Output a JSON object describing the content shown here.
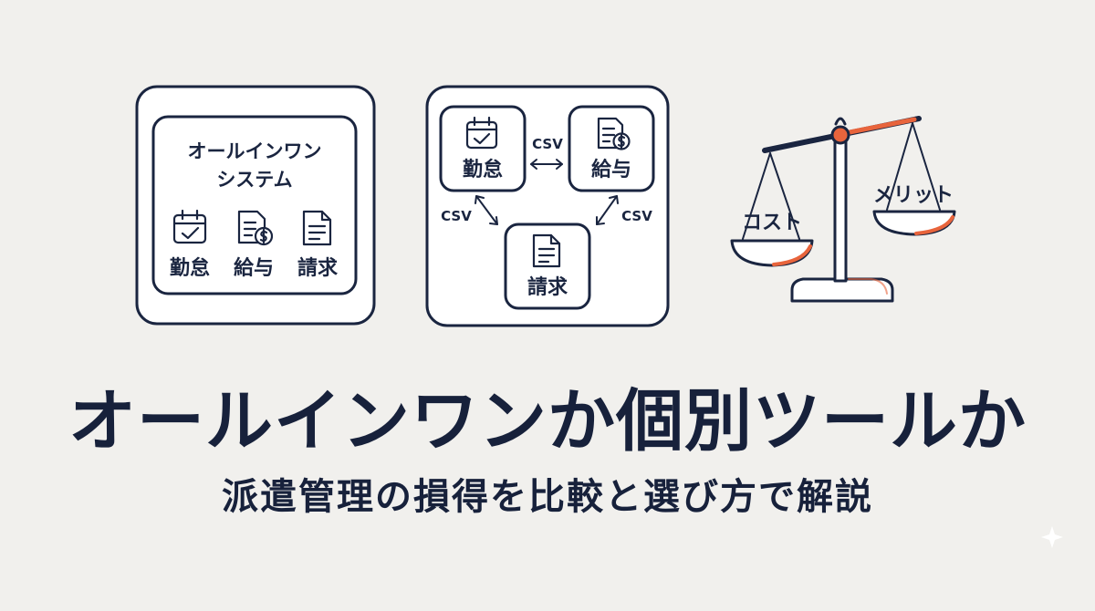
{
  "colors": {
    "ink": "#1a2540",
    "accent": "#e8643c",
    "background": "#f1f0ed"
  },
  "left_panel": {
    "title_line1": "オールインワン",
    "title_line2": "システム",
    "modules": [
      {
        "icon": "calendar-check-icon",
        "label": "勤怠"
      },
      {
        "icon": "payroll-document-icon",
        "label": "給与"
      },
      {
        "icon": "document-icon",
        "label": "請求"
      }
    ]
  },
  "middle_panel": {
    "modules": [
      {
        "icon": "calendar-check-icon",
        "label": "勤怠"
      },
      {
        "icon": "payroll-document-icon",
        "label": "給与"
      },
      {
        "icon": "document-icon",
        "label": "請求"
      }
    ],
    "links": [
      "CSV",
      "CSV",
      "CSV"
    ]
  },
  "scale": {
    "left_pan_label": "コスト",
    "right_pan_label": "メリット"
  },
  "headline": "オールインワンか個別ツールか",
  "subheadline": "派遣管理の損得を比較と選び方で解説"
}
